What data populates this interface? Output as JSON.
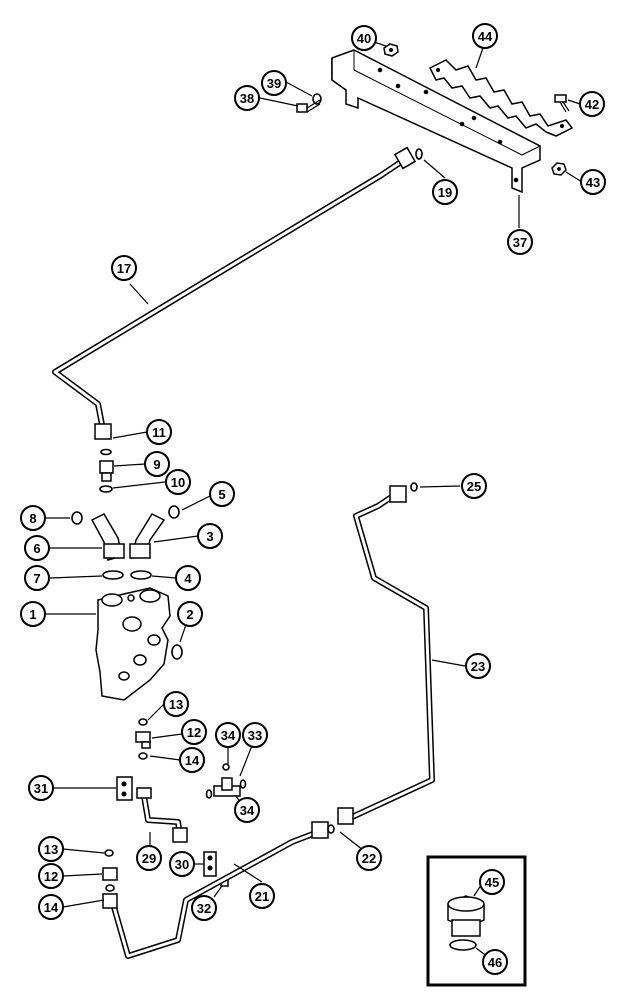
{
  "callouts": {
    "c1": "1",
    "c2": "2",
    "c3": "3",
    "c4": "4",
    "c5": "5",
    "c6": "6",
    "c7": "7",
    "c8": "8",
    "c9": "9",
    "c10": "10",
    "c11": "11",
    "c12a": "12",
    "c12b": "12",
    "c13a": "13",
    "c13b": "13",
    "c14a": "14",
    "c14b": "14",
    "c17": "17",
    "c19": "19",
    "c21": "21",
    "c22": "22",
    "c23": "23",
    "c25": "25",
    "c29": "29",
    "c30": "30",
    "c31": "31",
    "c32": "32",
    "c33": "33",
    "c34a": "34",
    "c34b": "34",
    "c37": "37",
    "c38": "38",
    "c39": "39",
    "c40": "40",
    "c42": "42",
    "c43": "43",
    "c44": "44",
    "c45": "45",
    "c46": "46"
  },
  "colors": {
    "ink": "#000000",
    "paper": "#ffffff"
  }
}
